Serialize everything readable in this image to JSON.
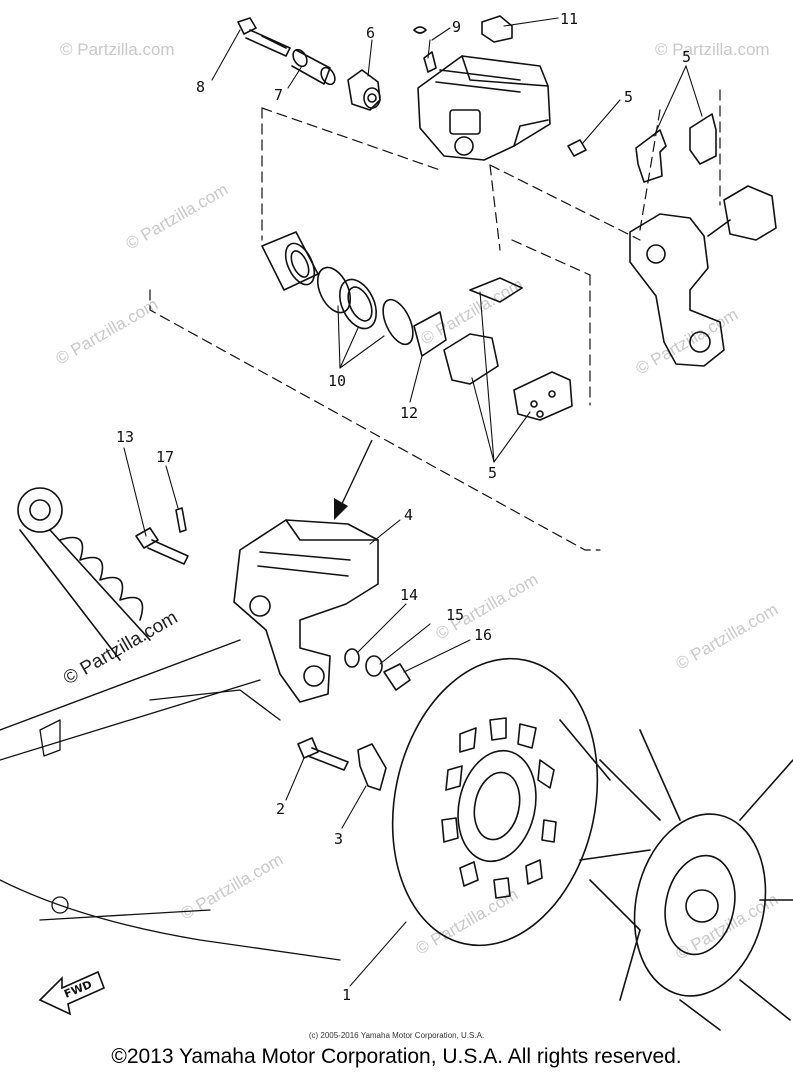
{
  "callouts": {
    "c1": "1",
    "c2": "2",
    "c3": "3",
    "c4": "4",
    "c5a": "5",
    "c5b": "5",
    "c5c": "5",
    "c6": "6",
    "c7": "7",
    "c8": "8",
    "c9": "9",
    "c10": "10",
    "c11": "11",
    "c12": "12",
    "c13": "13",
    "c14": "14",
    "c15": "15",
    "c16": "16",
    "c17": "17"
  },
  "watermark": {
    "symbol": "©",
    "text": "Partzilla.com",
    "text_dark": "© Partzilla.com"
  },
  "fwd_label": "FWD",
  "small_copyright": "(c) 2005-2016 Yamaha Motor Corporation, U.S.A.",
  "footer_copyright": "©2013 Yamaha Motor Corporation, U.S.A. All rights reserved."
}
